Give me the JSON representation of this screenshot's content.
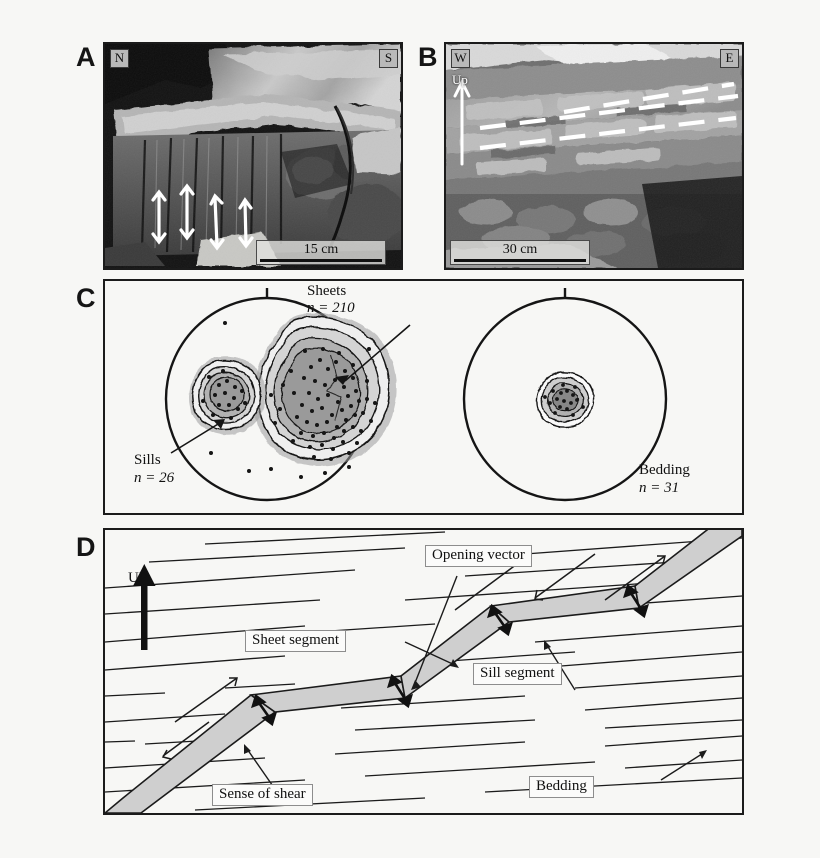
{
  "figure": {
    "background": "#f7f7f5",
    "ink": "#1b1b1b"
  },
  "panels": [
    {
      "id": "A",
      "letter": "A"
    },
    {
      "id": "B",
      "letter": "B"
    },
    {
      "id": "C",
      "letter": "C"
    },
    {
      "id": "D",
      "letter": "D"
    }
  ],
  "panel_a": {
    "letter": "A",
    "corner_left": "N",
    "corner_right": "S",
    "scale_text": "15 cm",
    "caption_type": "outcrop-photograph"
  },
  "panel_b": {
    "letter": "B",
    "corner_left": "W",
    "corner_right": "E",
    "scale_text": "30 cm",
    "up_label": "Up",
    "caption_type": "outcrop-photograph"
  },
  "panel_c": {
    "letter": "C",
    "stereonets": [
      {
        "name": "left-stereonet",
        "labels": [
          {
            "name": "sheets",
            "title": "Sheets",
            "n_text": "n = 210",
            "n": 210
          },
          {
            "name": "sills",
            "title": "Sills",
            "n_text": "n = 26",
            "n": 26
          }
        ]
      },
      {
        "name": "right-stereonet",
        "labels": [
          {
            "name": "bedding",
            "title": "Bedding",
            "n_text": "n = 31",
            "n": 31
          }
        ]
      }
    ]
  },
  "panel_d": {
    "letter": "D",
    "up_label": "UP",
    "labels": [
      {
        "name": "opening-vector",
        "text": "Opening vector"
      },
      {
        "name": "sheet-segment",
        "text": "Sheet segment"
      },
      {
        "name": "sill-segment",
        "text": "Sill segment"
      },
      {
        "name": "sense-of-shear",
        "text": "Sense of shear"
      },
      {
        "name": "bedding",
        "text": "Bedding"
      }
    ],
    "colors": {
      "dike_fill": "#cfcfcf",
      "line": "#1b1b1b"
    }
  },
  "chart_data": {
    "type": "scatter",
    "title": "Equal-area lower-hemisphere stereonet contour plots",
    "plots": [
      {
        "name": "left-stereonet",
        "populations": [
          {
            "label": "Sheets",
            "n": 210,
            "cluster_center_pct": [
              18,
              -6
            ],
            "spread": "broad",
            "contour_levels": 4
          },
          {
            "label": "Sills",
            "n": 26,
            "cluster_center_pct": [
              -18,
              12
            ],
            "spread": "tight",
            "contour_levels": 4
          }
        ]
      },
      {
        "name": "right-stereonet",
        "populations": [
          {
            "label": "Bedding",
            "n": 31,
            "cluster_center_pct": [
              0,
              2
            ],
            "spread": "very-tight",
            "contour_levels": 4
          }
        ]
      }
    ],
    "shading": [
      "#f2f2f2",
      "#d8d8d8",
      "#b8b8b8",
      "#9a9a9a"
    ],
    "grid": false,
    "legend": "inline-annotations"
  }
}
